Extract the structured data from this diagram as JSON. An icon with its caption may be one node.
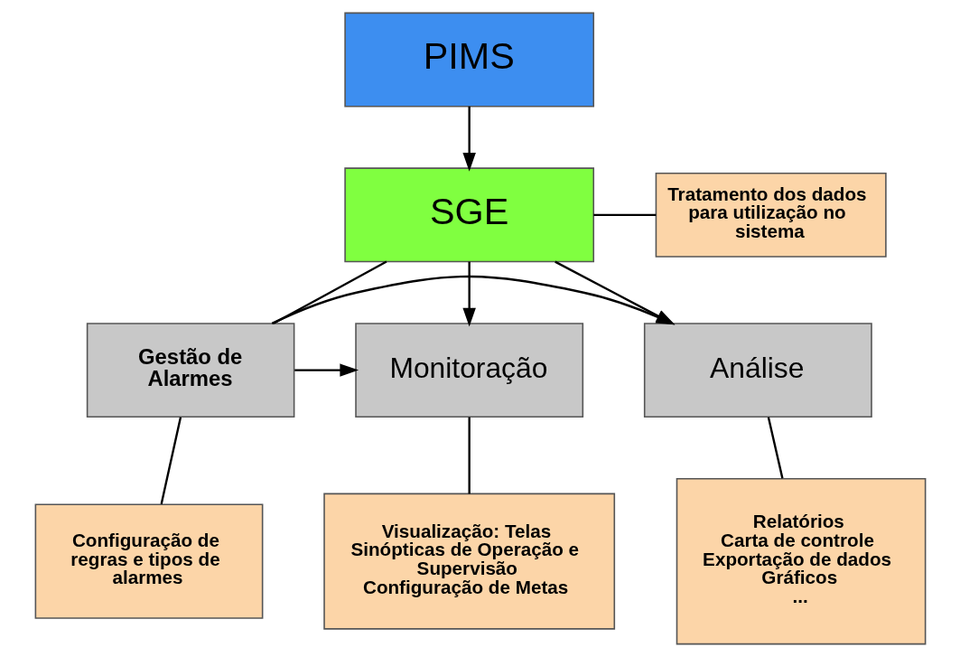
{
  "diagram": {
    "nodes": [
      {
        "text": [
          "PIMS"
        ]
      },
      {
        "text": [
          "SGE"
        ]
      },
      {
        "text": [
          "Tratamento dos dados para utilização no sistema"
        ]
      },
      {
        "text": [
          "Monitoração"
        ]
      },
      {
        "text": [
          "Gestão de Alarmes"
        ]
      },
      {
        "text": [
          "Análise"
        ]
      },
      {
        "text": [
          "Visualização: Telas Sinópticas de Operação e Supervisão",
          "Configuração de Metas"
        ]
      },
      {
        "text": [
          "Configuração de regras e tipos de alarmes"
        ]
      },
      {
        "text": [
          "Relatórios",
          "Carta de controle",
          "Exportação de dados",
          "Gráficos",
          "..."
        ]
      }
    ],
    "edges": [
      {
        "from": 0,
        "to": 1,
        "arrow": "to"
      },
      {
        "from": 1,
        "to": 2,
        "arrow": "none"
      },
      {
        "from": 1,
        "to": 3,
        "arrow": "to"
      },
      {
        "from": 1,
        "to": 4,
        "arrow": "none"
      },
      {
        "from": 1,
        "to": 5,
        "arrow": "to"
      },
      {
        "from": 4,
        "to": 3,
        "arrow": "to"
      },
      {
        "from": 4,
        "to": 5,
        "arrow": "to"
      },
      {
        "from": 3,
        "to": 6,
        "arrow": "none"
      },
      {
        "from": 4,
        "to": 7,
        "arrow": "none"
      },
      {
        "from": 5,
        "to": 8,
        "arrow": "none"
      }
    ]
  }
}
